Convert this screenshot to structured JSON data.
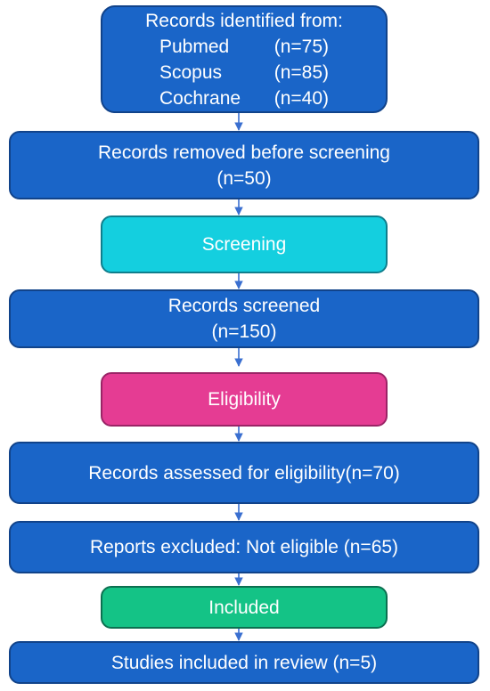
{
  "identification": {
    "title": "Records identified from:",
    "sources": [
      {
        "name": "Pubmed",
        "count": "(n=75)"
      },
      {
        "name": "Scopus",
        "count": "(n=85)"
      },
      {
        "name": "Cochrane",
        "count": "(n=40)"
      }
    ]
  },
  "removed": {
    "line1": "Records removed before screening",
    "line2": "(n=50)"
  },
  "screening_stage": {
    "label": "Screening"
  },
  "screened": {
    "line1": "Records screened",
    "line2": "(n=150)"
  },
  "eligibility_stage": {
    "label": "Eligibility"
  },
  "assessed": {
    "label": "Records assessed for eligibility(n=70)"
  },
  "excluded": {
    "label": "Reports excluded: Not eligible (n=65)"
  },
  "included_stage": {
    "label": "Included"
  },
  "included_studies": {
    "label": "Studies included in review (n=5)"
  },
  "colors": {
    "blue": "#1a65c8",
    "cyan": "#14cfdf",
    "pink": "#e53c93",
    "green": "#14c386",
    "arrow": "#3a6fd0"
  }
}
